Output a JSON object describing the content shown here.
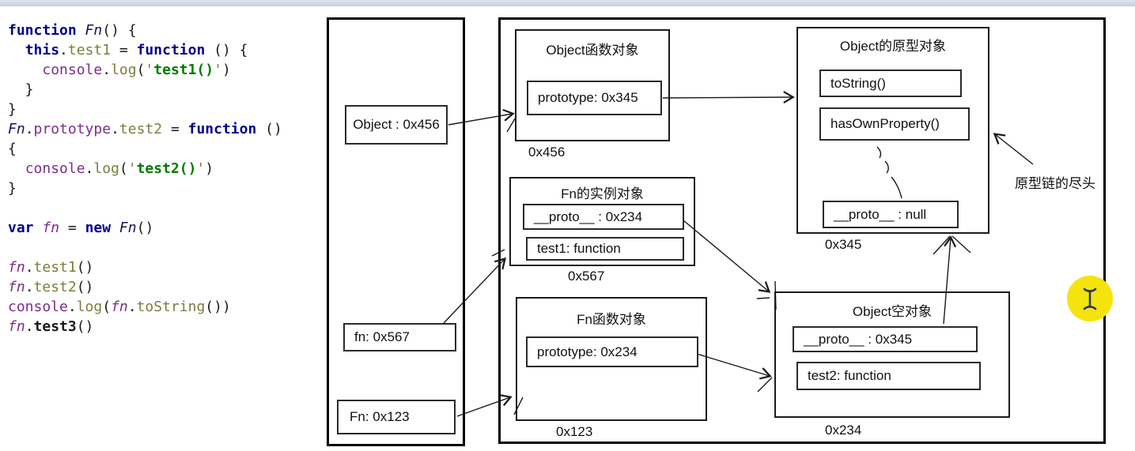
{
  "code": {
    "styles": {
      "kw": {
        "color": "#00008f",
        "bold": true
      },
      "id": {
        "color": "#14145a",
        "italic": true
      },
      "prop": {
        "color": "#7d7d3b"
      },
      "obj": {
        "color": "#7b2d8b"
      },
      "var": {
        "color": "#7b2d8b",
        "italic": true
      },
      "str": {
        "color": "#007b00",
        "bold": true
      },
      "q": {
        "color": "#8b7536"
      },
      "pl": {
        "color": "#1b1b1b"
      },
      "b": {
        "color": "#1b1b1b",
        "bold": true
      }
    },
    "lines": [
      [
        {
          "t": "function",
          "s": "kw"
        },
        {
          "t": " ",
          "s": "pl"
        },
        {
          "t": "Fn",
          "s": "id"
        },
        {
          "t": "() {",
          "s": "pl"
        }
      ],
      [
        {
          "t": "  ",
          "s": "pl"
        },
        {
          "t": "this",
          "s": "kw"
        },
        {
          "t": ".",
          "s": "pl"
        },
        {
          "t": "test1",
          "s": "prop"
        },
        {
          "t": " = ",
          "s": "pl"
        },
        {
          "t": "function",
          "s": "kw"
        },
        {
          "t": " () {",
          "s": "pl"
        }
      ],
      [
        {
          "t": "    ",
          "s": "pl"
        },
        {
          "t": "console",
          "s": "obj"
        },
        {
          "t": ".",
          "s": "pl"
        },
        {
          "t": "log",
          "s": "prop"
        },
        {
          "t": "(",
          "s": "pl"
        },
        {
          "t": "'",
          "s": "q"
        },
        {
          "t": "test1()",
          "s": "str"
        },
        {
          "t": "'",
          "s": "q"
        },
        {
          "t": ")",
          "s": "pl"
        }
      ],
      [
        {
          "t": "  }",
          "s": "pl"
        }
      ],
      [
        {
          "t": "}",
          "s": "pl"
        }
      ],
      [
        {
          "t": "Fn",
          "s": "id"
        },
        {
          "t": ".",
          "s": "pl"
        },
        {
          "t": "prototype",
          "s": "obj"
        },
        {
          "t": ".",
          "s": "pl"
        },
        {
          "t": "test2",
          "s": "prop"
        },
        {
          "t": " = ",
          "s": "pl"
        },
        {
          "t": "function",
          "s": "kw"
        },
        {
          "t": " ()",
          "s": "pl"
        }
      ],
      [
        {
          "t": "{",
          "s": "pl"
        }
      ],
      [
        {
          "t": "  ",
          "s": "pl"
        },
        {
          "t": "console",
          "s": "obj"
        },
        {
          "t": ".",
          "s": "pl"
        },
        {
          "t": "log",
          "s": "prop"
        },
        {
          "t": "(",
          "s": "pl"
        },
        {
          "t": "'",
          "s": "q"
        },
        {
          "t": "test2()",
          "s": "str"
        },
        {
          "t": "'",
          "s": "q"
        },
        {
          "t": ")",
          "s": "pl"
        }
      ],
      [
        {
          "t": "}",
          "s": "pl"
        }
      ],
      [],
      [
        {
          "t": "var",
          "s": "kw"
        },
        {
          "t": " ",
          "s": "pl"
        },
        {
          "t": "fn",
          "s": "var"
        },
        {
          "t": " = ",
          "s": "pl"
        },
        {
          "t": "new",
          "s": "kw"
        },
        {
          "t": " ",
          "s": "pl"
        },
        {
          "t": "Fn",
          "s": "id"
        },
        {
          "t": "()",
          "s": "pl"
        }
      ],
      [],
      [
        {
          "t": "fn",
          "s": "var"
        },
        {
          "t": ".",
          "s": "pl"
        },
        {
          "t": "test1",
          "s": "prop"
        },
        {
          "t": "()",
          "s": "pl"
        }
      ],
      [
        {
          "t": "fn",
          "s": "var"
        },
        {
          "t": ".",
          "s": "pl"
        },
        {
          "t": "test2",
          "s": "prop"
        },
        {
          "t": "()",
          "s": "pl"
        }
      ],
      [
        {
          "t": "console",
          "s": "obj"
        },
        {
          "t": ".",
          "s": "pl"
        },
        {
          "t": "log",
          "s": "prop"
        },
        {
          "t": "(",
          "s": "pl"
        },
        {
          "t": "fn",
          "s": "var"
        },
        {
          "t": ".",
          "s": "pl"
        },
        {
          "t": "toString",
          "s": "prop"
        },
        {
          "t": "())",
          "s": "pl"
        }
      ],
      [
        {
          "t": "fn",
          "s": "var"
        },
        {
          "t": ".",
          "s": "pl"
        },
        {
          "t": "test3",
          "s": "b"
        },
        {
          "t": "()",
          "s": "pl"
        }
      ]
    ]
  },
  "stack_panel": {
    "object_ref": "Object : 0x456",
    "fn_ref": "fn: 0x567",
    "fn_ctor_ref": "Fn: 0x123"
  },
  "heap_panel": {
    "object_fn": {
      "title": "Object函数对象",
      "slots": [
        "prototype: 0x345"
      ],
      "address": "0x456"
    },
    "object_proto": {
      "title": "Object的原型对象",
      "slots": [
        "toString()",
        "hasOwnProperty()",
        "__proto__ : null"
      ],
      "address": "0x345"
    },
    "fn_instance": {
      "title": "Fn的实例对象",
      "slots": [
        "__proto__ : 0x234",
        "test1: function"
      ],
      "address": "0x567"
    },
    "fn_fn": {
      "title": "Fn函数对象",
      "slots": [
        "prototype: 0x234"
      ],
      "address": "0x123"
    },
    "object_empty": {
      "title": "Object空对象",
      "slots": [
        "__proto__ : 0x345",
        "test2: function"
      ],
      "address": "0x234"
    }
  },
  "annotation": {
    "prototype_chain_end": "原型链的尽头"
  },
  "cursor": {
    "name": "text-cursor-ibeam",
    "highlight_color": "#f4e40b",
    "glyph_color": "#2a3560"
  }
}
